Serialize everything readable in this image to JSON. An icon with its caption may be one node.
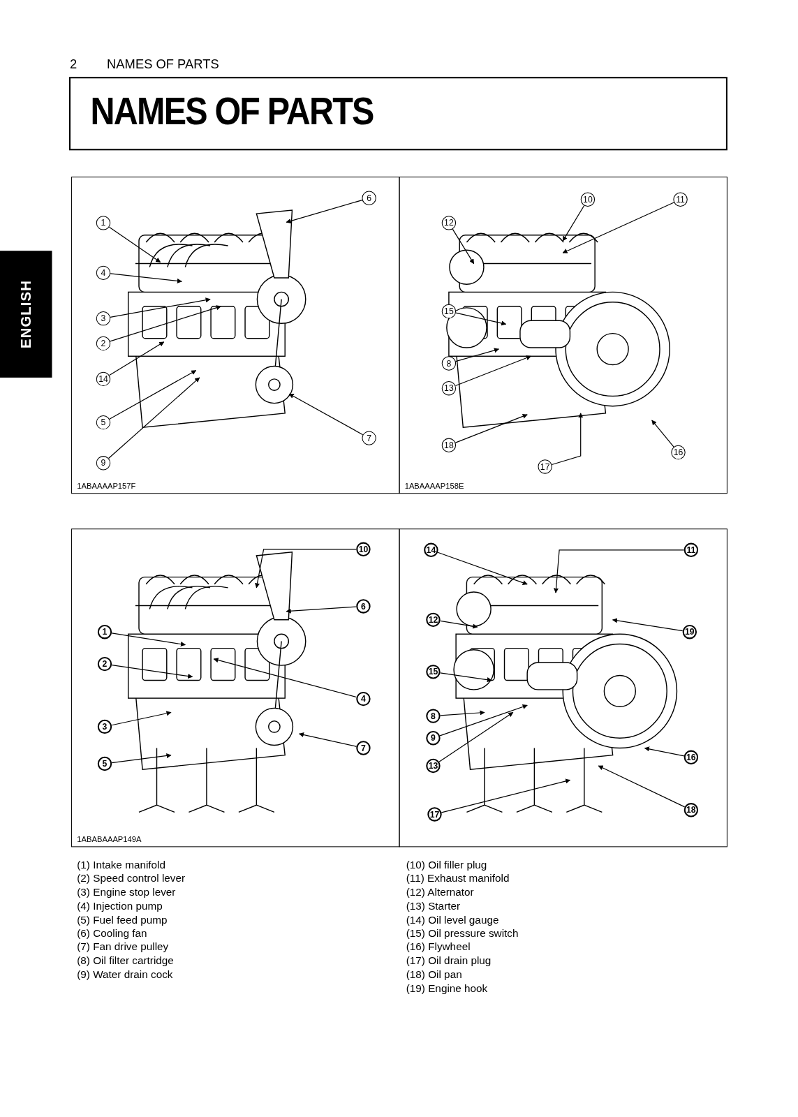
{
  "diagram": {
    "title": "NAMES OF PARTS",
    "nodes": [
      {
        "text": [
          "1"
        ]
      },
      {
        "text": [
          "6"
        ]
      },
      {
        "text": [
          "4"
        ]
      },
      {
        "text": [
          "3"
        ]
      },
      {
        "text": [
          "2"
        ]
      },
      {
        "text": [
          "14"
        ]
      },
      {
        "text": [
          "5"
        ]
      },
      {
        "text": [
          "9"
        ]
      },
      {
        "text": [
          "7"
        ]
      },
      {
        "text": [
          "10"
        ]
      },
      {
        "text": [
          "11"
        ]
      },
      {
        "text": [
          "12"
        ]
      },
      {
        "text": [
          "15"
        ]
      },
      {
        "text": [
          "8"
        ]
      },
      {
        "text": [
          "13"
        ]
      },
      {
        "text": [
          "18"
        ]
      },
      {
        "text": [
          "17"
        ]
      },
      {
        "text": [
          "16"
        ]
      },
      {
        "text": [
          "10"
        ]
      },
      {
        "text": [
          "6"
        ]
      },
      {
        "text": [
          "1"
        ]
      },
      {
        "text": [
          "2"
        ]
      },
      {
        "text": [
          "4"
        ]
      },
      {
        "text": [
          "3"
        ]
      },
      {
        "text": [
          "5"
        ]
      },
      {
        "text": [
          "7"
        ]
      },
      {
        "text": [
          "14"
        ]
      },
      {
        "text": [
          "11"
        ]
      },
      {
        "text": [
          "12"
        ]
      },
      {
        "text": [
          "19"
        ]
      },
      {
        "text": [
          "15"
        ]
      },
      {
        "text": [
          "8"
        ]
      },
      {
        "text": [
          "9"
        ]
      },
      {
        "text": [
          "13"
        ]
      },
      {
        "text": [
          "16"
        ]
      },
      {
        "text": [
          "17"
        ]
      },
      {
        "text": [
          "18"
        ]
      }
    ],
    "edges": [
      {
        "from": 0,
        "to": null,
        "arrow": "to"
      },
      {
        "from": 1,
        "to": null,
        "arrow": "to"
      },
      {
        "from": 2,
        "to": null,
        "arrow": "to"
      },
      {
        "from": 3,
        "to": null,
        "arrow": "to"
      },
      {
        "from": 4,
        "to": null,
        "arrow": "to"
      },
      {
        "from": 5,
        "to": null,
        "arrow": "to"
      },
      {
        "from": 6,
        "to": null,
        "arrow": "to"
      },
      {
        "from": 7,
        "to": null,
        "arrow": "to"
      },
      {
        "from": 8,
        "to": null,
        "arrow": "to"
      },
      {
        "from": 9,
        "to": null,
        "arrow": "to"
      },
      {
        "from": 10,
        "to": null,
        "arrow": "to"
      },
      {
        "from": 11,
        "to": null,
        "arrow": "to"
      },
      {
        "from": 12,
        "to": null,
        "arrow": "to"
      },
      {
        "from": 13,
        "to": null,
        "arrow": "to"
      },
      {
        "from": 14,
        "to": null,
        "arrow": "to"
      },
      {
        "from": 15,
        "to": null,
        "arrow": "to"
      },
      {
        "from": 16,
        "to": null,
        "arrow": "to"
      },
      {
        "from": 17,
        "to": null,
        "arrow": "to"
      },
      {
        "from": 18,
        "to": null,
        "arrow": "to"
      },
      {
        "from": 19,
        "to": null,
        "arrow": "to"
      },
      {
        "from": 20,
        "to": null,
        "arrow": "to"
      },
      {
        "from": 21,
        "to": null,
        "arrow": "to"
      },
      {
        "from": 22,
        "to": null,
        "arrow": "to"
      },
      {
        "from": 23,
        "to": null,
        "arrow": "to"
      },
      {
        "from": 24,
        "to": null,
        "arrow": "to"
      },
      {
        "from": 25,
        "to": null,
        "arrow": "to"
      },
      {
        "from": 26,
        "to": null,
        "arrow": "to"
      },
      {
        "from": 27,
        "to": null,
        "arrow": "to"
      },
      {
        "from": 28,
        "to": null,
        "arrow": "to"
      },
      {
        "from": 29,
        "to": null,
        "arrow": "to"
      },
      {
        "from": 30,
        "to": null,
        "arrow": "to"
      },
      {
        "from": 31,
        "to": null,
        "arrow": "to"
      },
      {
        "from": 32,
        "to": null,
        "arrow": "to"
      },
      {
        "from": 33,
        "to": null,
        "arrow": "to"
      },
      {
        "from": 34,
        "to": null,
        "arrow": "to"
      },
      {
        "from": 35,
        "to": null,
        "arrow": "to"
      },
      {
        "from": 36,
        "to": null,
        "arrow": "to"
      }
    ],
    "labels": [
      "2",
      "NAMES OF PARTS",
      "ENGLISH",
      "1ABAAAAP157F",
      "1ABAAAAP158E",
      "1ABABAAAP149A",
      "(1) Intake manifold",
      "(2) Speed control lever",
      "(3) Engine stop lever",
      "(4) Injection pump",
      "(5) Fuel feed pump",
      "(6) Cooling fan",
      "(7) Fan drive pulley",
      "(8) Oil filter cartridge",
      "(9) Water drain cock",
      "(10) Oil filler plug",
      "(11) Exhaust manifold",
      "(12) Alternator",
      "(13) Starter",
      "(14) Oil level gauge",
      "(15) Oil pressure switch",
      "(16) Flywheel",
      "(17) Oil drain plug",
      "(18) Oil pan",
      "(19) Engine hook"
    ]
  }
}
